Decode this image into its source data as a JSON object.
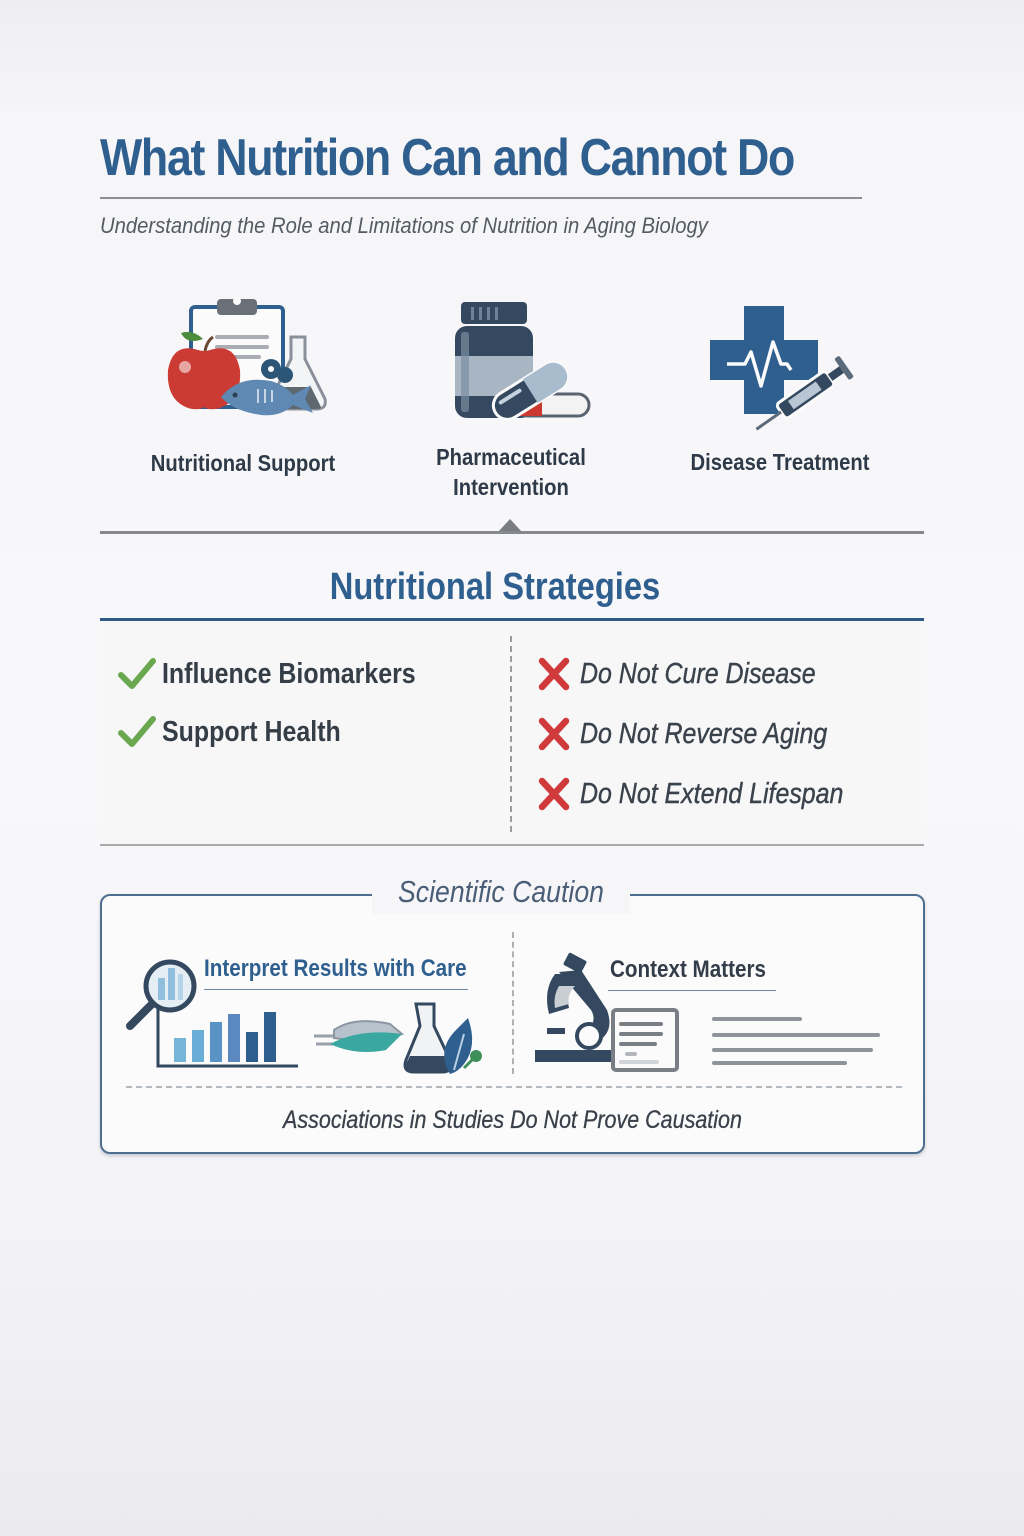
{
  "header": {
    "title": "What Nutrition Can and Cannot Do",
    "subtitle": "Understanding the Role and Limitations of Nutrition in Aging Biology"
  },
  "categories": [
    {
      "label": "Nutritional Support",
      "icon": "nutrition-icon"
    },
    {
      "label_line1": "Pharmaceutical",
      "label_line2": "Intervention",
      "icon": "medicine-bottle-icon"
    },
    {
      "label": "Disease Treatment",
      "icon": "medical-cross-syringe-icon"
    }
  ],
  "strategies": {
    "title": "Nutritional Strategies",
    "can": [
      {
        "label": "Influence Biomarkers",
        "icon": "checkmark-icon"
      },
      {
        "label": "Support Health",
        "icon": "checkmark-icon"
      }
    ],
    "cannot": [
      {
        "label": "Do Not Cure Disease",
        "icon": "x-mark-icon"
      },
      {
        "label": "Do Not Reverse Aging",
        "icon": "x-mark-icon"
      },
      {
        "label": "Do Not Extend Lifespan",
        "icon": "x-mark-icon"
      }
    ]
  },
  "caution": {
    "title": "Scientific Caution",
    "left_heading": "Interpret Results with Care",
    "right_heading": "Context Matters",
    "footer": "Associations in Studies Do Not Prove Causation"
  },
  "colors": {
    "primary_blue": "#2f5f8f",
    "dark_navy": "#34495f",
    "check_green": "#6aa84f",
    "x_red": "#d03a3a",
    "text_dark": "#353d47"
  }
}
